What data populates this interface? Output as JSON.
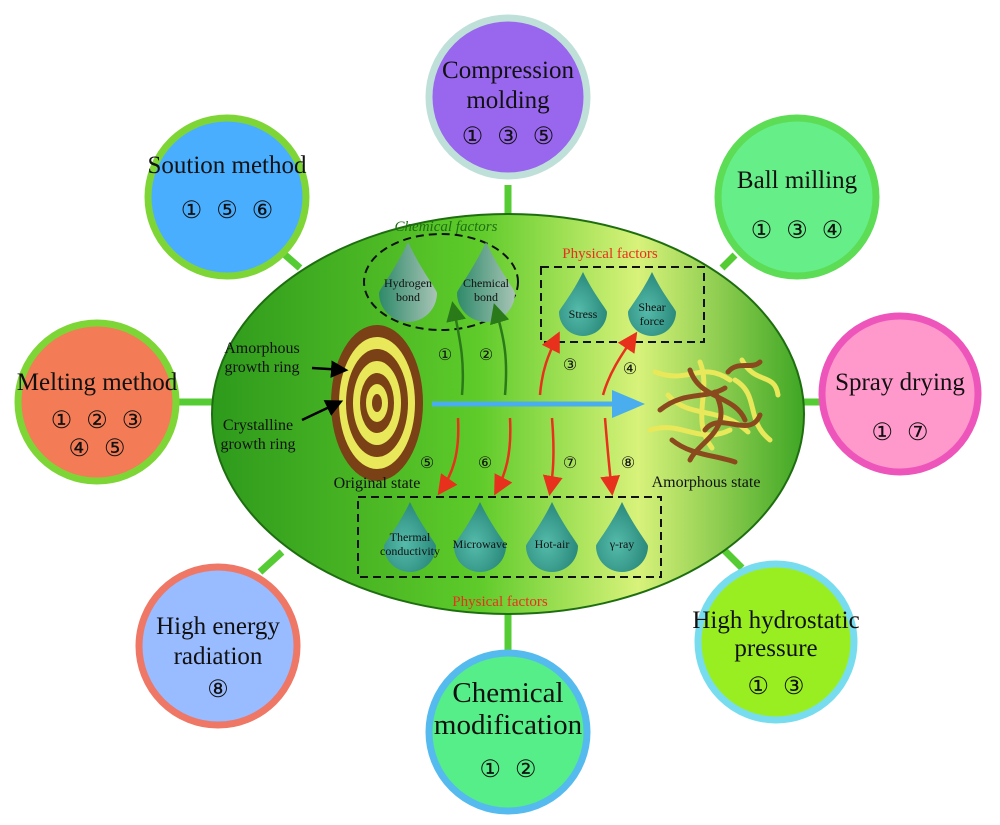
{
  "center": {
    "chemical_factors_title": "Chemical factors",
    "physical_factors_top_title": "Physical factors",
    "physical_factors_bottom_title": "Physical factors",
    "amorphous_ring_label": [
      "Amorphous",
      "growth ring"
    ],
    "crystalline_ring_label": [
      "Crystalline",
      "growth ring"
    ],
    "original_state": "Original state",
    "amorphous_state": "Amorphous state",
    "chemical_drops": [
      {
        "lines": [
          "Hydrogen",
          "bond"
        ]
      },
      {
        "lines": [
          "Chemical",
          "bond"
        ]
      }
    ],
    "physical_top_drops": [
      {
        "lines": [
          "Stress"
        ]
      },
      {
        "lines": [
          "Shear",
          "force"
        ]
      }
    ],
    "physical_bottom_drops": [
      {
        "lines": [
          "Thermal",
          "conductivity"
        ]
      },
      {
        "lines": [
          "Microwave"
        ]
      },
      {
        "lines": [
          "Hot-air"
        ]
      },
      {
        "lines": [
          "γ-ray"
        ]
      }
    ],
    "step_numbers": [
      "①",
      "②",
      "③",
      "④",
      "⑤",
      "⑥",
      "⑦",
      "⑧"
    ]
  },
  "methods": [
    {
      "name": "compression-molding",
      "title": [
        "Compression",
        "molding"
      ],
      "nums": [
        "① ③ ⑤"
      ],
      "fill": "#9966ee",
      "ring": "#bfe0d9"
    },
    {
      "name": "solution-method",
      "title": [
        "Soution method"
      ],
      "nums": [
        "① ⑤ ⑥"
      ],
      "fill": "#4aaeff",
      "ring": "#7ed636"
    },
    {
      "name": "ball-milling",
      "title": [
        "Ball milling"
      ],
      "nums": [
        "① ③ ④"
      ],
      "fill": "#66ee88",
      "ring": "#5ddc55"
    },
    {
      "name": "melting-method",
      "title": [
        "Melting method"
      ],
      "nums": [
        "① ② ③",
        "④ ⑤"
      ],
      "fill": "#f37b55",
      "ring": "#7ed636"
    },
    {
      "name": "spray-drying",
      "title": [
        "Spray drying"
      ],
      "nums": [
        "① ⑦"
      ],
      "fill": "#ff99cc",
      "ring": "#ee55bb"
    },
    {
      "name": "high-energy-radiation",
      "title": [
        "High energy",
        "radiation"
      ],
      "nums": [
        "⑧"
      ],
      "fill": "#99bbff",
      "ring": "#ee7766"
    },
    {
      "name": "chemical-modification",
      "title": [
        "Chemical",
        "modification"
      ],
      "nums": [
        "① ②"
      ],
      "fill": "#55ee88",
      "ring": "#55bbee"
    },
    {
      "name": "high-hydrostatic-pressure",
      "title": [
        "High hydrostatic",
        "pressure"
      ],
      "nums": [
        "① ③"
      ],
      "fill": "#99ee22",
      "ring": "#77ddee"
    }
  ],
  "colors": {
    "connector": "#55cc33",
    "arrow_red": "#e8311c",
    "arrow_green": "#2a7a1a",
    "arrow_blue": "#4aaeee",
    "drop": "#339988"
  }
}
